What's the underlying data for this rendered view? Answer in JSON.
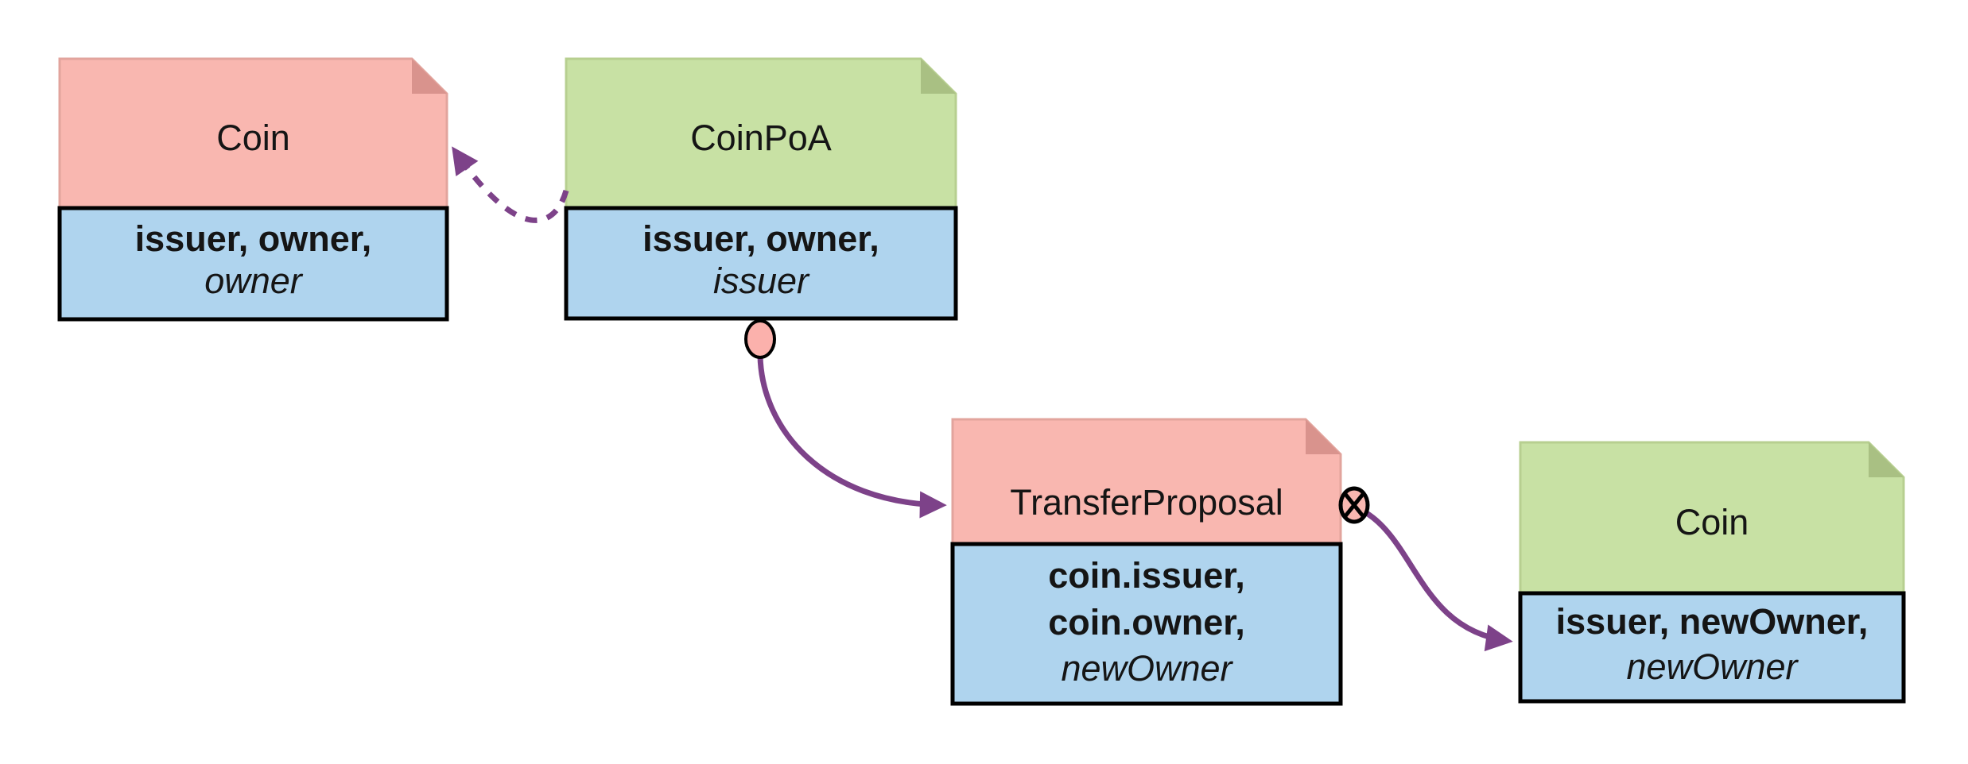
{
  "diagram": {
    "background_color": "#ffffff",
    "colors": {
      "pink_fill": "#F9B7B0",
      "pink_border": "#E2A49D",
      "pink_fold": "#D9938D",
      "green_fill": "#C8E1A4",
      "green_border": "#B7CF90",
      "green_fold": "#A9C083",
      "blue_fill": "#AFD4EE",
      "black_border": "#000000",
      "arrow_purple": "#7D4289",
      "choice_ellipse_fill": "#FBB1AC",
      "archive_symbol_fill": "#F9B7B0"
    },
    "nodes": {
      "coin_old": {
        "title": "Coin",
        "header_color_name": "pink",
        "signatory_line": "issuer, owner,",
        "controller_line": "owner"
      },
      "coin_poa": {
        "title": "CoinPoA",
        "header_color_name": "green",
        "signatory_line": "issuer, owner,",
        "controller_line": "issuer"
      },
      "transfer_proposal": {
        "title": "TransferProposal",
        "header_color_name": "pink",
        "signatory_line_1": "coin.issuer,",
        "signatory_line_2": "coin.owner,",
        "controller_line": "newOwner"
      },
      "coin_new": {
        "title": "Coin",
        "header_color_name": "green",
        "signatory_line": "issuer, newOwner,",
        "controller_line": "newOwner"
      }
    },
    "edges": [
      {
        "from": "coin_poa",
        "to": "coin_old",
        "style": "dashed",
        "arrow": "filled-triangle",
        "color": "#7D4289"
      },
      {
        "from": "coin_poa",
        "to": "transfer_proposal",
        "style": "solid",
        "arrow": "filled-triangle",
        "origin_symbol": "choice-ellipse",
        "color": "#7D4289"
      },
      {
        "from": "transfer_proposal",
        "to": "coin_new",
        "style": "solid",
        "arrow": "filled-triangle",
        "origin_symbol": "archive-circled-x",
        "color": "#7D4289"
      }
    ]
  }
}
